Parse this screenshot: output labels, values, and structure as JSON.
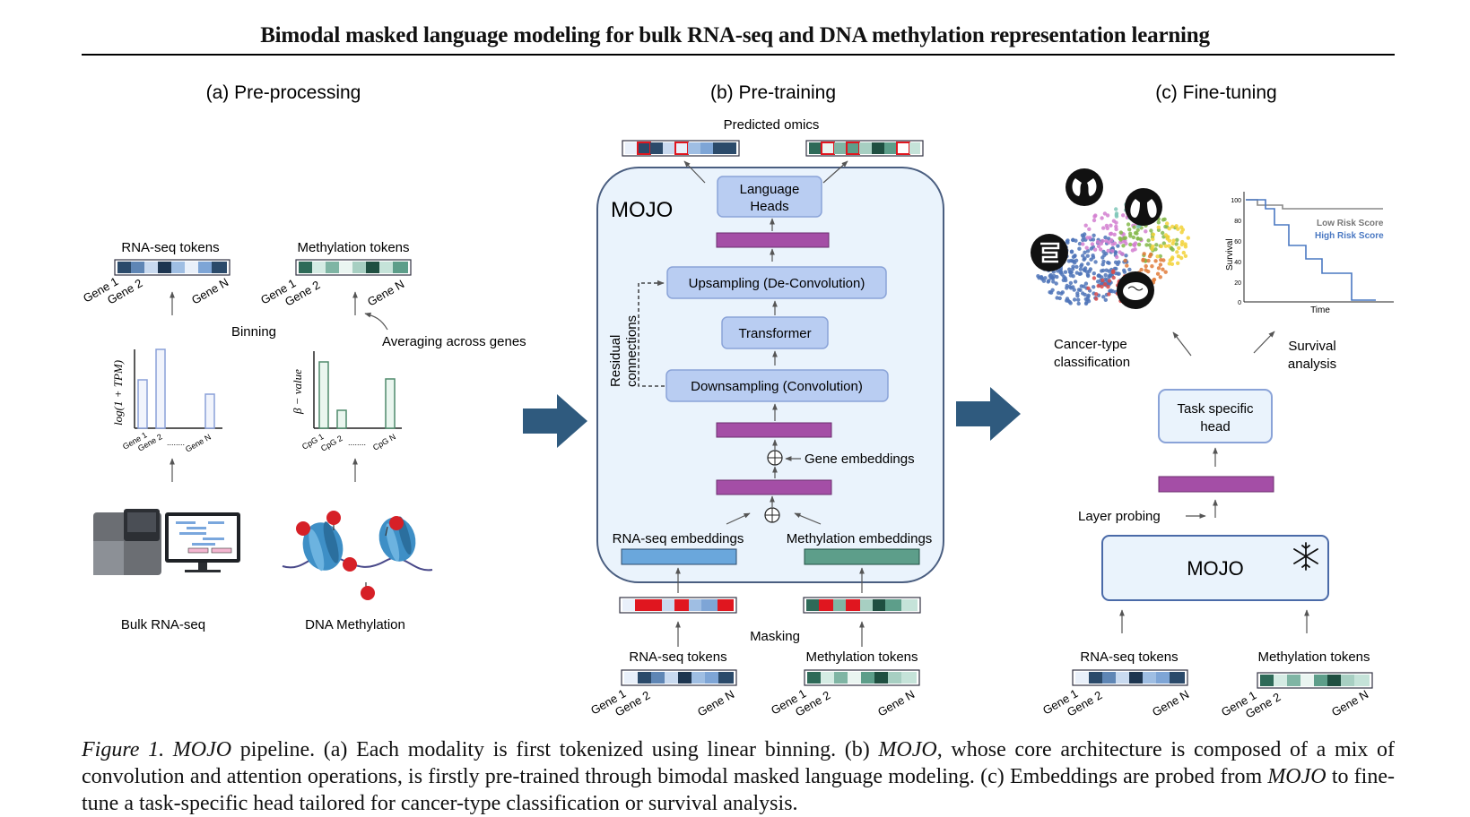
{
  "paper": {
    "title": "Bimodal masked language modeling for bulk RNA-seq and DNA methylation representation learning"
  },
  "panels": {
    "a": {
      "label": "(a) Pre-processing",
      "rna_tokens": "RNA-seq tokens",
      "meth_tokens": "Methylation tokens",
      "gene_1": "Gene 1",
      "gene_2": "Gene 2",
      "gene_n": "Gene N",
      "binning": "Binning",
      "averaging": "Averaging across genes",
      "rna_ylabel": "log(1 + TPM)",
      "meth_ylabel": "β − value",
      "cpg_1": "CpG 1",
      "cpg_2": "CpG 2",
      "cpg_n": "CpG N",
      "dots": "........",
      "bulk_rna": "Bulk RNA-seq",
      "dna_meth": "DNA Methylation"
    },
    "b": {
      "label": "(b) Pre-training",
      "predicted": "Predicted omics",
      "model": "MOJO",
      "language_heads_1": "Language",
      "language_heads_2": "Heads",
      "upsampling": "Upsampling (De-Convolution)",
      "transformer": "Transformer",
      "downsampling": "Downsampling (Convolution)",
      "residual_1": "Residual",
      "residual_2": "connections",
      "gene_embeddings": "Gene embeddings",
      "rna_embeddings": "RNA-seq embeddings",
      "meth_embeddings": "Methylation embeddings",
      "masking": "Masking",
      "rna_tokens": "RNA-seq tokens",
      "meth_tokens": "Methylation tokens",
      "gene_1": "Gene 1",
      "gene_2": "Gene 2",
      "gene_n": "Gene N"
    },
    "c": {
      "label": "(c) Fine-tuning",
      "cancer_1": "Cancer-type",
      "cancer_2": "classification",
      "survival_1": "Survival",
      "survival_2": "analysis",
      "survival_axis": "Survival",
      "time_axis": "Time",
      "low_risk": "Low Risk Score",
      "high_risk": "High Risk Score",
      "ticks": [
        "100",
        "80",
        "60",
        "40",
        "20",
        "0"
      ],
      "task_head_1": "Task specific",
      "task_head_2": "head",
      "layer_probing": "Layer probing",
      "model": "MOJO",
      "rna_tokens": "RNA-seq tokens",
      "meth_tokens": "Methylation tokens",
      "gene_1": "Gene 1",
      "gene_2": "Gene 2",
      "gene_n": "Gene N"
    }
  },
  "colors": {
    "purple": "#a44ea6",
    "box_blue": "#b9cdf2",
    "big_arrow": "#2f5a7e",
    "mojo_bg": "#eaf3fc",
    "emb_blue": "#6aa7dc",
    "emb_green": "#5d9e8a",
    "mask_red": "#e0161f",
    "low_risk": "#888888",
    "high_risk": "#4a78c2"
  },
  "caption": {
    "fig": "Figure 1.",
    "name": "MOJO",
    "text_1": " pipeline. (a) Each modality is first tokenized using linear binning. (b) ",
    "name_2": "MOJO",
    "text_2": ", whose core architecture is composed of a mix of convolution and attention operations, is firstly pre-trained through bimodal masked language modeling. (c) Embeddings are probed from ",
    "name_3": "MOJO",
    "text_3": " to fine-tune a task-specific head tailored for cancer-type classification or survival analysis."
  }
}
